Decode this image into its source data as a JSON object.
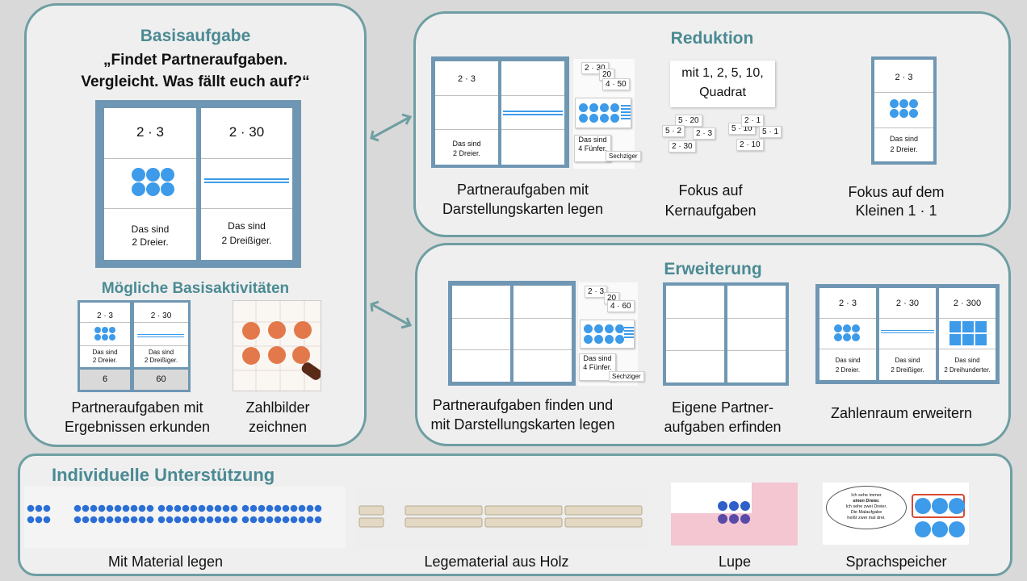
{
  "left": {
    "title": "Basisaufgabe",
    "task_line1": "„Findet Partneraufgaben.",
    "task_line2": "Vergleicht. Was fällt euch auf?“",
    "card1": {
      "expr": "2 · 3",
      "line1": "Das sind",
      "line2": "2 Dreier."
    },
    "card2": {
      "expr": "2 · 30",
      "line1": "Das sind",
      "line2": "2 Dreißiger."
    },
    "activities_title": "Mögliche Basisaktivitäten",
    "mini1": {
      "expr": "2 · 3",
      "line1": "Das sind",
      "line2": "2 Dreier.",
      "result": "6"
    },
    "mini2": {
      "expr": "2 · 30",
      "line1": "Das sind",
      "line2": "2 Dreißiger.",
      "result": "60"
    },
    "cap1_l1": "Partneraufgaben mit",
    "cap1_l2": "Ergebnissen erkunden",
    "cap2_l1": "Zahlbilder",
    "cap2_l2": "zeichnen"
  },
  "reduktion": {
    "title": "Reduktion",
    "card": {
      "expr": "2 · 3",
      "line1": "Das sind",
      "line2": "2 Dreier."
    },
    "chips": {
      "a": "2 · 30",
      "b": "20",
      "c": "4 · 50",
      "d": "Das sind",
      "e": "4 Fünfer.",
      "f": "Sechziger"
    },
    "kern_line1": "mit 1, 2, 5, 10,",
    "kern_line2": "Quadrat",
    "kern_chips": [
      "5 · 20",
      "5 · 2",
      "2 · 3",
      "2 · 30",
      "5 · 10",
      "2 · 1",
      "5 · 1",
      "2 · 10"
    ],
    "small_card": {
      "expr": "2 · 3",
      "line1": "Das sind",
      "line2": "2 Dreier."
    },
    "cap1_l1": "Partneraufgaben mit",
    "cap1_l2": "Darstellungskarten legen",
    "cap2_l1": "Fokus auf",
    "cap2_l2": "Kernaufgaben",
    "cap3_l1": "Fokus auf dem",
    "cap3_l2": "Kleinen  1 · 1"
  },
  "erweiterung": {
    "title": "Erweiterung",
    "chips": {
      "a": "2 · 3",
      "b": "20",
      "c": "4 · 60",
      "d": "Das sind",
      "e": "4 Fünfer.",
      "f": "Sechziger"
    },
    "cards": [
      {
        "expr": "2 · 3",
        "line1": "Das sind",
        "line2": "2 Dreier."
      },
      {
        "expr": "2 · 30",
        "line1": "Das sind",
        "line2": "2 Dreißiger."
      },
      {
        "expr": "2 · 300",
        "line1": "Das sind",
        "line2": "2 Dreihunderter."
      }
    ],
    "cap1_l1": "Partneraufgaben finden und",
    "cap1_l2": "mit Darstellungskarten legen",
    "cap2_l1": "Eigene Partner-",
    "cap2_l2": "aufgaben erfinden",
    "cap3": "Zahlenraum erweitern"
  },
  "support": {
    "title": "Individuelle Unterstützung",
    "cap1": "Mit Material legen",
    "cap2": "Legematerial aus Holz",
    "cap3": "Lupe",
    "cap4": "Sprachspeicher",
    "speech": [
      "Ich sehe immer",
      "einen Dreier.",
      "Ich sehe zwei Dreier.",
      "Die Malaufgabe",
      "heißt zwei mal drei."
    ]
  },
  "colors": {
    "teal": "#4b8a93",
    "frame": "#6f97b3",
    "dot": "#3d9be9"
  }
}
